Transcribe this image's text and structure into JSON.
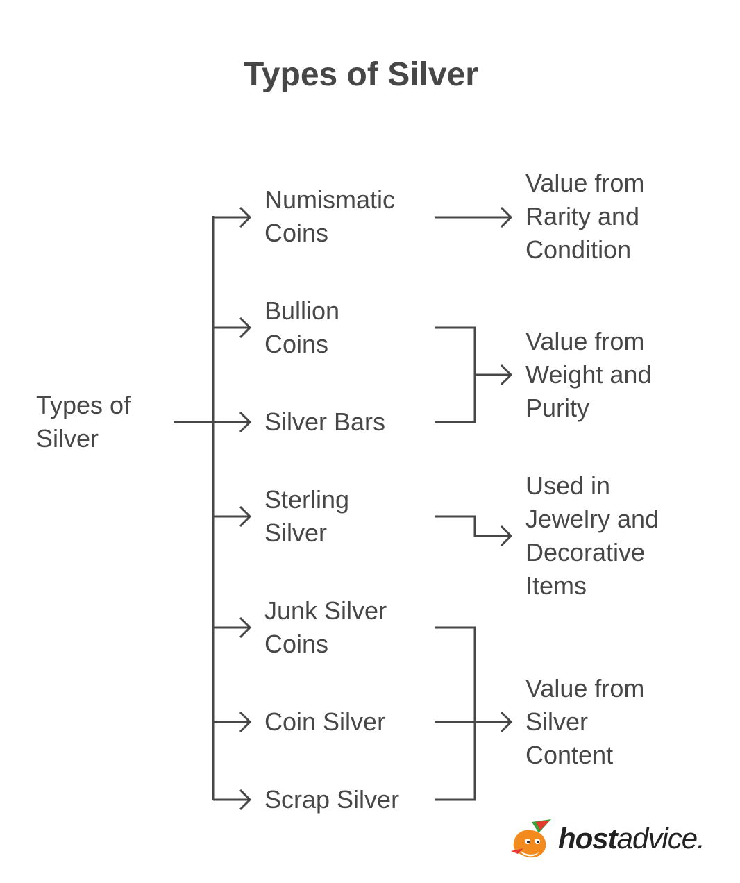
{
  "title": "Types of Silver",
  "root": {
    "line1": "Types of",
    "line2": "Silver"
  },
  "types": [
    {
      "id": "numismatic",
      "lines": [
        "Numismatic",
        "Coins"
      ]
    },
    {
      "id": "bullion",
      "lines": [
        "Bullion",
        "Coins"
      ]
    },
    {
      "id": "bars",
      "lines": [
        "Silver Bars"
      ]
    },
    {
      "id": "sterling",
      "lines": [
        "Sterling",
        "Silver"
      ]
    },
    {
      "id": "junk",
      "lines": [
        "Junk Silver",
        "Coins"
      ]
    },
    {
      "id": "coin",
      "lines": [
        "Coin Silver"
      ]
    },
    {
      "id": "scrap",
      "lines": [
        "Scrap Silver"
      ]
    }
  ],
  "values": [
    {
      "id": "rarity",
      "lines": [
        "Value from",
        "Rarity and",
        "Condition"
      ]
    },
    {
      "id": "weight",
      "lines": [
        "Value from",
        "Weight and",
        "Purity"
      ]
    },
    {
      "id": "jewelry",
      "lines": [
        "Used in",
        "Jewelry and",
        "Decorative",
        "Items"
      ]
    },
    {
      "id": "content",
      "lines": [
        "Value from",
        "Silver",
        "Content"
      ]
    }
  ],
  "logo": {
    "bold_part": "host",
    "regular_part": "advice."
  },
  "colors": {
    "text": "#474747",
    "line": "#474747",
    "background": "#ffffff"
  }
}
